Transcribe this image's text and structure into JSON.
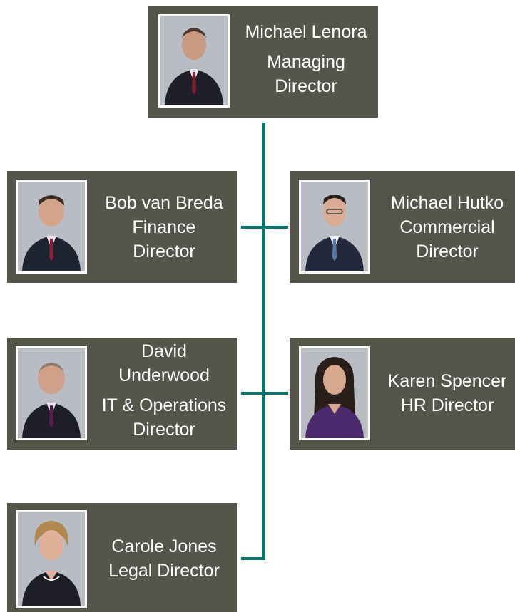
{
  "colors": {
    "card_bg": "#56554c",
    "connector": "#00786a",
    "photo_border": "#ffffff",
    "photo_bg": "#b9bcc2",
    "text": "#ffffff"
  },
  "people": {
    "michael_lenora": {
      "name": "Michael Lenora",
      "title_line1": "Managing",
      "title_line2": "Director",
      "photo": "portrait-photo"
    },
    "bob_van_breda": {
      "name": "Bob van Breda",
      "title_line1": "Finance",
      "title_line2": "Director",
      "photo": "portrait-photo"
    },
    "michael_hutko": {
      "name": "Michael Hutko",
      "title_line1": "Commercial",
      "title_line2": "Director",
      "photo": "portrait-photo"
    },
    "david_underwood": {
      "name_line1": "David",
      "name_line2": "Underwood",
      "title_line1": "IT & Operations",
      "title_line2": "Director",
      "photo": "portrait-photo"
    },
    "karen_spencer": {
      "name": "Karen Spencer",
      "title": "HR Director",
      "photo": "portrait-photo"
    },
    "carole_jones": {
      "name": "Carole Jones",
      "title": "Legal Director",
      "photo": "portrait-photo"
    }
  }
}
